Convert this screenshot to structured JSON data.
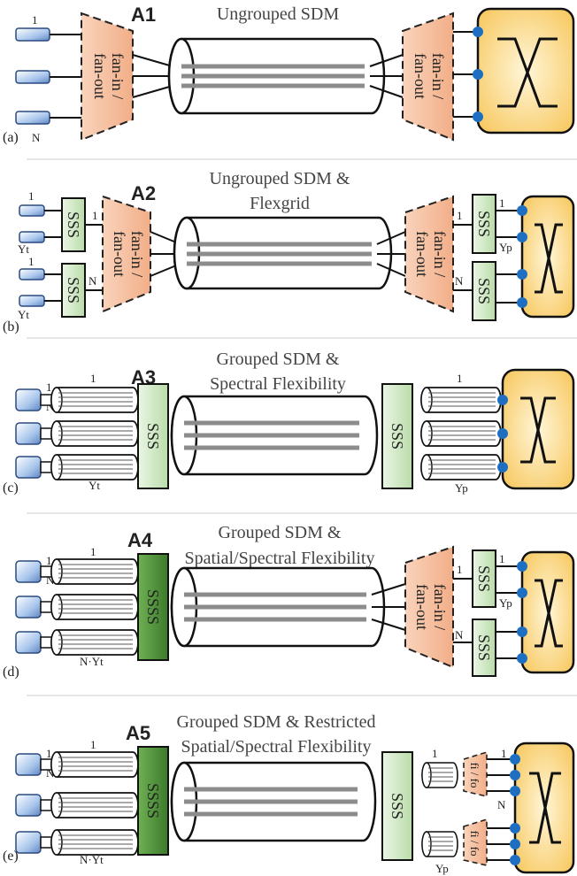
{
  "colors": {
    "transmitter_fill": "#8fb3e0",
    "fan_fill": "#f7c4a6",
    "sss_fill": "#cfe8c4",
    "ssss_fill": "#4f8f3a",
    "switch_fill": "#fbd47a",
    "port_dot": "#1e6fc2",
    "fiber_core": "#8c8c8c",
    "separator": "#cccccc"
  },
  "panels": [
    {
      "label": "(a)",
      "badge": "A1",
      "title_lines": [
        "Ungrouped SDM"
      ],
      "left_index_top": "1",
      "left_index_bottom": "N",
      "fan_left_lines": [
        "fan-in /",
        "fan-out"
      ],
      "fan_right_lines": [
        "fan-in /",
        "fan-out"
      ]
    },
    {
      "label": "(b)",
      "badge": "A2",
      "title_lines": [
        "Ungrouped SDM &",
        "Flexgrid"
      ],
      "left_sss_label": "SSS",
      "right_sss_label": "SSS",
      "label_one": "1",
      "label_n": "N",
      "label_yt": "Yt",
      "label_yp": "Yp",
      "fan_left_lines": [
        "fan-in /",
        "fan-out"
      ],
      "fan_right_lines": [
        "fan-in /",
        "fan-out"
      ]
    },
    {
      "label": "(c)",
      "badge": "A3",
      "title_lines": [
        "Grouped SDM &",
        "Spectral Flexibility"
      ],
      "left_sss_label": "SSS",
      "right_sss_label": "SSS",
      "label_one": "1",
      "label_n": "N",
      "label_yt": "Yt",
      "label_yp": "Yp"
    },
    {
      "label": "(d)",
      "badge": "A4",
      "title_lines": [
        "Grouped SDM &",
        "Spatial/Spectral Flexibility"
      ],
      "left_sss_label": "SSSS",
      "right_sss_label": "SSS",
      "label_one": "1",
      "label_n": "N",
      "label_nyt": "N·Yt",
      "label_yp": "Yp",
      "fan_right_lines": [
        "fan-in /",
        "fan-out"
      ]
    },
    {
      "label": "(e)",
      "badge": "A5",
      "title_lines": [
        "Grouped SDM & Restricted",
        "Spatial/Spectral Flexibility"
      ],
      "left_sss_label": "SSSS",
      "right_sss_label": "SSS",
      "label_one": "1",
      "label_n": "N",
      "label_nyt": "N·Yt",
      "label_yp": "Yp",
      "fifo_label": "fi / fo"
    }
  ]
}
